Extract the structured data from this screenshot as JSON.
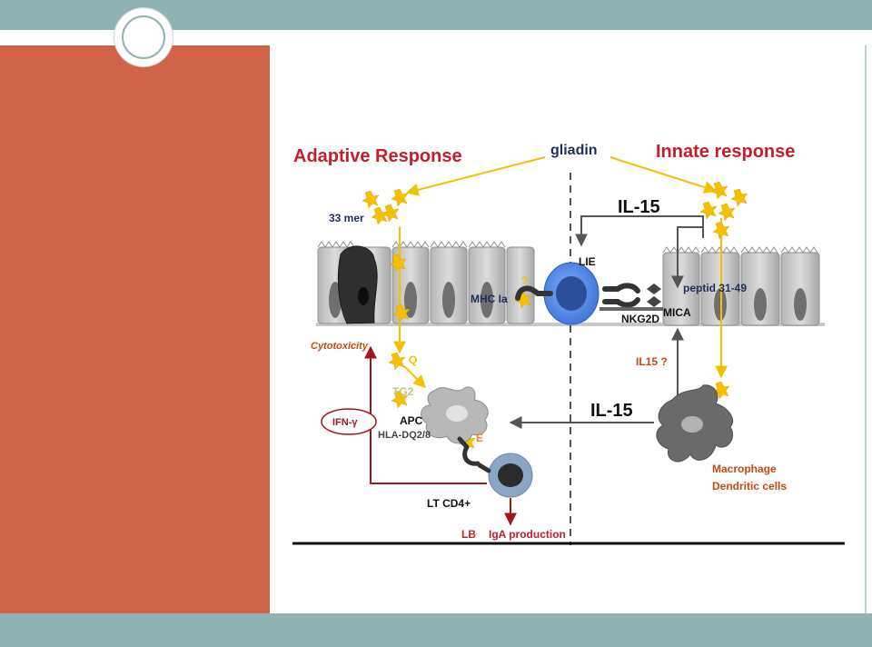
{
  "diagram": {
    "labels": {
      "adaptive": "Adaptive Response",
      "innate": "Innate response",
      "gliadin": "gliadin",
      "mer33": "33 mer",
      "il15_top": "IL-15",
      "lie": "LIE",
      "question": "?",
      "mhc": "MHC Ia",
      "peptid": "peptid 31-49",
      "mica": "MICA",
      "nkg2d": "NKG2D",
      "cytotoxicity": "Cytotoxicity",
      "q": "Q",
      "il15q": "IL15 ?",
      "tg2": "TG2",
      "apc": "APC",
      "hla": "HLA-DQ2/8",
      "e": "E",
      "il15_mid": "IL-15",
      "ifn": "IFN-γ",
      "macrophage": "Macrophage",
      "dendritic": "Dendritic cells",
      "ltcd4": "LT CD4+",
      "lb": "LB",
      "iga": "IgA production"
    },
    "colors": {
      "title_red": "#c41e2a",
      "navy": "#1f2d5c",
      "gold": "#f5c000",
      "cell_gray": "#9a9a9a",
      "lie_blue": "#4f86e6",
      "tcell_blue": "#8aa6c4",
      "dark_red": "#a01818",
      "orange": "#c84a10"
    }
  }
}
